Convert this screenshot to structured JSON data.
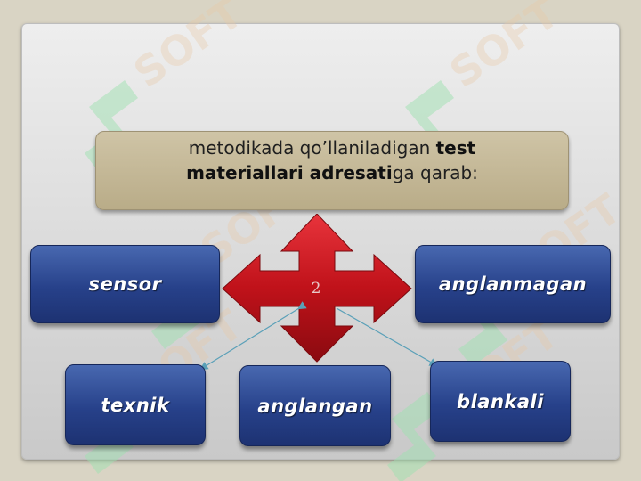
{
  "title": {
    "part1": "metodikada qo’llaniladigan ",
    "bold1": "test",
    "bold2": "materiallari adresati",
    "part2": "ga qarab:"
  },
  "center_number": "2",
  "boxes": {
    "sensor": "sensor",
    "anglanmagan": "anglanmagan",
    "texnik": "texnik",
    "anglangan": "anglangan",
    "blankali": "blankali"
  },
  "colors": {
    "box_blue": "#27418a",
    "arrow_red": "#c0121a",
    "title_bg": "#c4b896",
    "connector": "#5aa0b8"
  },
  "icons": [
    "four-way-arrow-icon"
  ]
}
